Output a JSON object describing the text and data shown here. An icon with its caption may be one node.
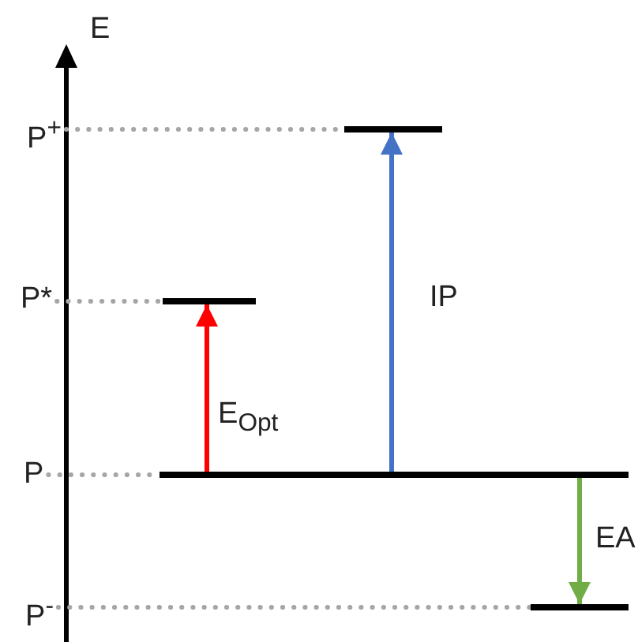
{
  "diagram": {
    "nodes": [
      {
        "text": [
          "P$^{+}$"
        ]
      },
      {
        "text": [
          "P*"
        ]
      },
      {
        "text": [
          "P"
        ]
      },
      {
        "text": [
          "P$^{-}$"
        ]
      },
      {
        "text": [],
        "shape": "bar"
      },
      {
        "text": [],
        "shape": "bar"
      },
      {
        "text": [],
        "shape": "bar"
      },
      {
        "text": [],
        "shape": "bar"
      }
    ],
    "edges": [
      {
        "from": 0,
        "to": 4,
        "arrow": "none",
        "style": "dashed",
        "color": "#a6a6a6"
      },
      {
        "from": 1,
        "to": 5,
        "arrow": "none",
        "style": "dashed",
        "color": "#a6a6a6"
      },
      {
        "from": 2,
        "to": 6,
        "arrow": "none",
        "style": "dashed",
        "color": "#a6a6a6"
      },
      {
        "from": 3,
        "to": 7,
        "arrow": "none",
        "style": "dashed",
        "color": "#a6a6a6"
      },
      {
        "from": 6,
        "to": 5,
        "arrow": "to",
        "label": "E$_{Opt}$",
        "color": "#ff0000"
      },
      {
        "from": 6,
        "to": 4,
        "arrow": "to",
        "label": "IP",
        "color": "#4472c4"
      },
      {
        "from": 6,
        "to": 7,
        "arrow": "to",
        "label": "EA",
        "color": "#70ad47"
      }
    ],
    "labels": [
      "E"
    ]
  }
}
